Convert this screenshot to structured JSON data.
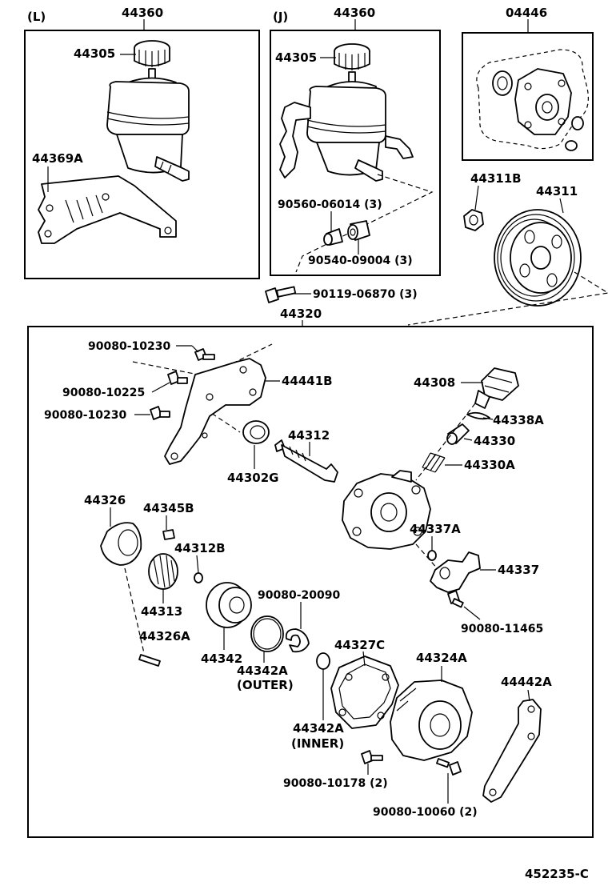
{
  "diagram": {
    "reference_code": "452235-C",
    "variants": {
      "left": "(L)",
      "right": "(J)"
    },
    "labels": {
      "assy_l": "44360",
      "assy_j": "44360",
      "kit": "04446",
      "cap_l": "44305",
      "cap_j": "44305",
      "bracket": "44369A",
      "p_44311b": "44311B",
      "p_44311": "44311",
      "p_90560": "90560-06014 (3)",
      "p_90540": "90540-09004 (3)",
      "p_90119": "90119-06870 (3)",
      "pump_assy": "44320",
      "b_10230a": "90080-10230",
      "b_10225": "90080-10225",
      "b_10230b": "90080-10230",
      "p_44441b": "44441B",
      "p_44308": "44308",
      "p_44338a": "44338A",
      "p_44330": "44330",
      "p_44312": "44312",
      "p_44302g": "44302G",
      "p_44330a": "44330A",
      "p_44326": "44326",
      "p_44345b": "44345B",
      "p_44312b": "44312B",
      "p_44337a": "44337A",
      "p_44337": "44337",
      "p_44313": "44313",
      "b_20090": "90080-20090",
      "b_11465": "90080-11465",
      "p_44326a": "44326A",
      "p_44327c": "44327C",
      "p_44342": "44342",
      "p_44342a_o": "44342A",
      "outer": "(OUTER)",
      "p_44324a": "44324A",
      "p_44442a": "44442A",
      "p_44342a_i": "44342A",
      "inner": "(INNER)",
      "b_10178": "90080-10178 (2)",
      "b_10060": "90080-10060 (2)"
    }
  }
}
